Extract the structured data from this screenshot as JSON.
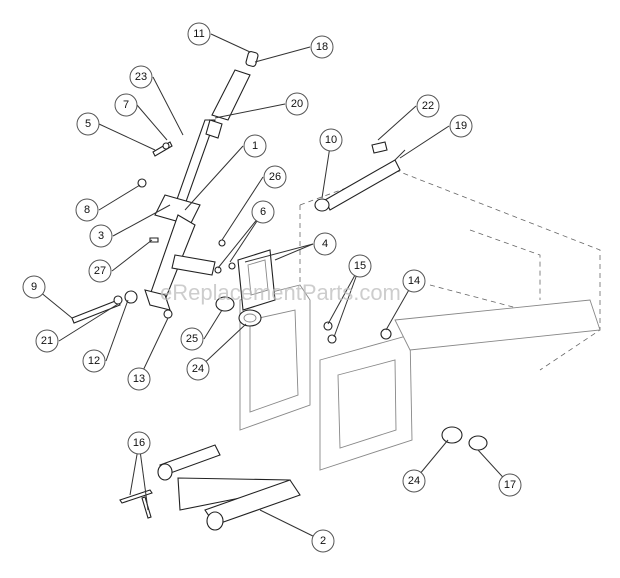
{
  "watermark": "eReplacementParts.com",
  "callouts": [
    {
      "id": "11",
      "label": "11"
    },
    {
      "id": "18",
      "label": "18"
    },
    {
      "id": "23",
      "label": "23"
    },
    {
      "id": "7",
      "label": "7"
    },
    {
      "id": "20",
      "label": "20"
    },
    {
      "id": "5",
      "label": "5"
    },
    {
      "id": "22",
      "label": "22"
    },
    {
      "id": "19",
      "label": "19"
    },
    {
      "id": "10",
      "label": "10"
    },
    {
      "id": "1",
      "label": "1"
    },
    {
      "id": "26",
      "label": "26"
    },
    {
      "id": "8",
      "label": "8"
    },
    {
      "id": "6",
      "label": "6"
    },
    {
      "id": "3",
      "label": "3"
    },
    {
      "id": "4",
      "label": "4"
    },
    {
      "id": "27",
      "label": "27"
    },
    {
      "id": "15",
      "label": "15"
    },
    {
      "id": "14",
      "label": "14"
    },
    {
      "id": "9",
      "label": "9"
    },
    {
      "id": "21",
      "label": "21"
    },
    {
      "id": "12",
      "label": "12"
    },
    {
      "id": "25",
      "label": "25"
    },
    {
      "id": "13",
      "label": "13"
    },
    {
      "id": "24",
      "label": "24"
    },
    {
      "id": "16",
      "label": "16"
    },
    {
      "id": "24b",
      "label": "24"
    },
    {
      "id": "17",
      "label": "17"
    },
    {
      "id": "2",
      "label": "2"
    }
  ]
}
